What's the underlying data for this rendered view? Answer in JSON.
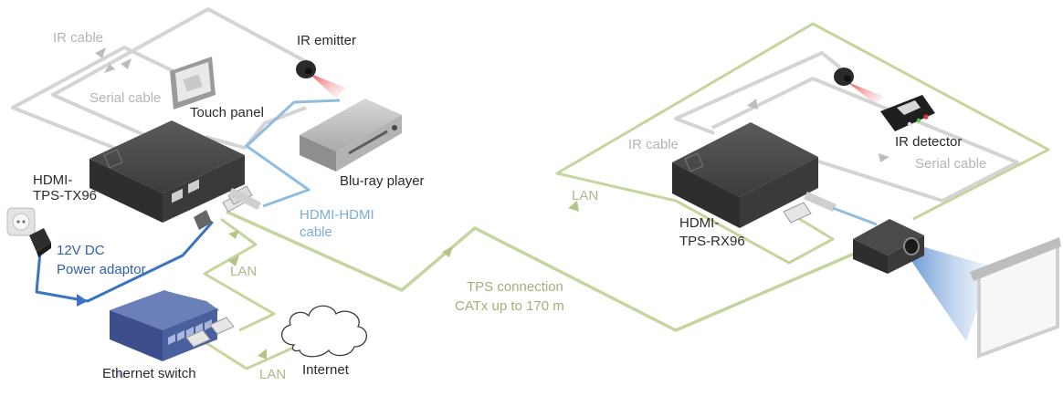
{
  "labels": {
    "ir_cable_top": "IR cable",
    "serial_cable_left": "Serial cable",
    "touch_panel": "Touch panel",
    "ir_emitter": "IR emitter",
    "bluray_player": "Blu-ray player",
    "tx_model_line1": "HDMI-",
    "tx_model_line2": "TPS-TX96",
    "hdmi_cable_line1": "HDMI-HDMI",
    "hdmi_cable_line2": "cable",
    "power_line1": "12V DC",
    "power_line2": "Power adaptor",
    "lan_left": "LAN",
    "ethernet_switch": "Ethernet switch",
    "lan_bottom": "LAN",
    "internet": "Internet",
    "tps_line1": "TPS connection",
    "tps_line2": "CATx up to 170 m",
    "lan_right": "LAN",
    "ir_cable_right": "IR cable",
    "ir_detector": "IR detector",
    "serial_cable_right": "Serial cable",
    "rx_model_line1": "HDMI-",
    "rx_model_line2": "TPS-RX96"
  },
  "colors": {
    "gray_cable": "#d2d2d2",
    "blue_cable": "#8fbde0",
    "power_cable": "#3b73c0",
    "green_cable": "#c6d49e",
    "device_dark": "#3a3a3a",
    "switch_blue": "#4a5f9e",
    "text_dark": "#2a2a2a"
  }
}
